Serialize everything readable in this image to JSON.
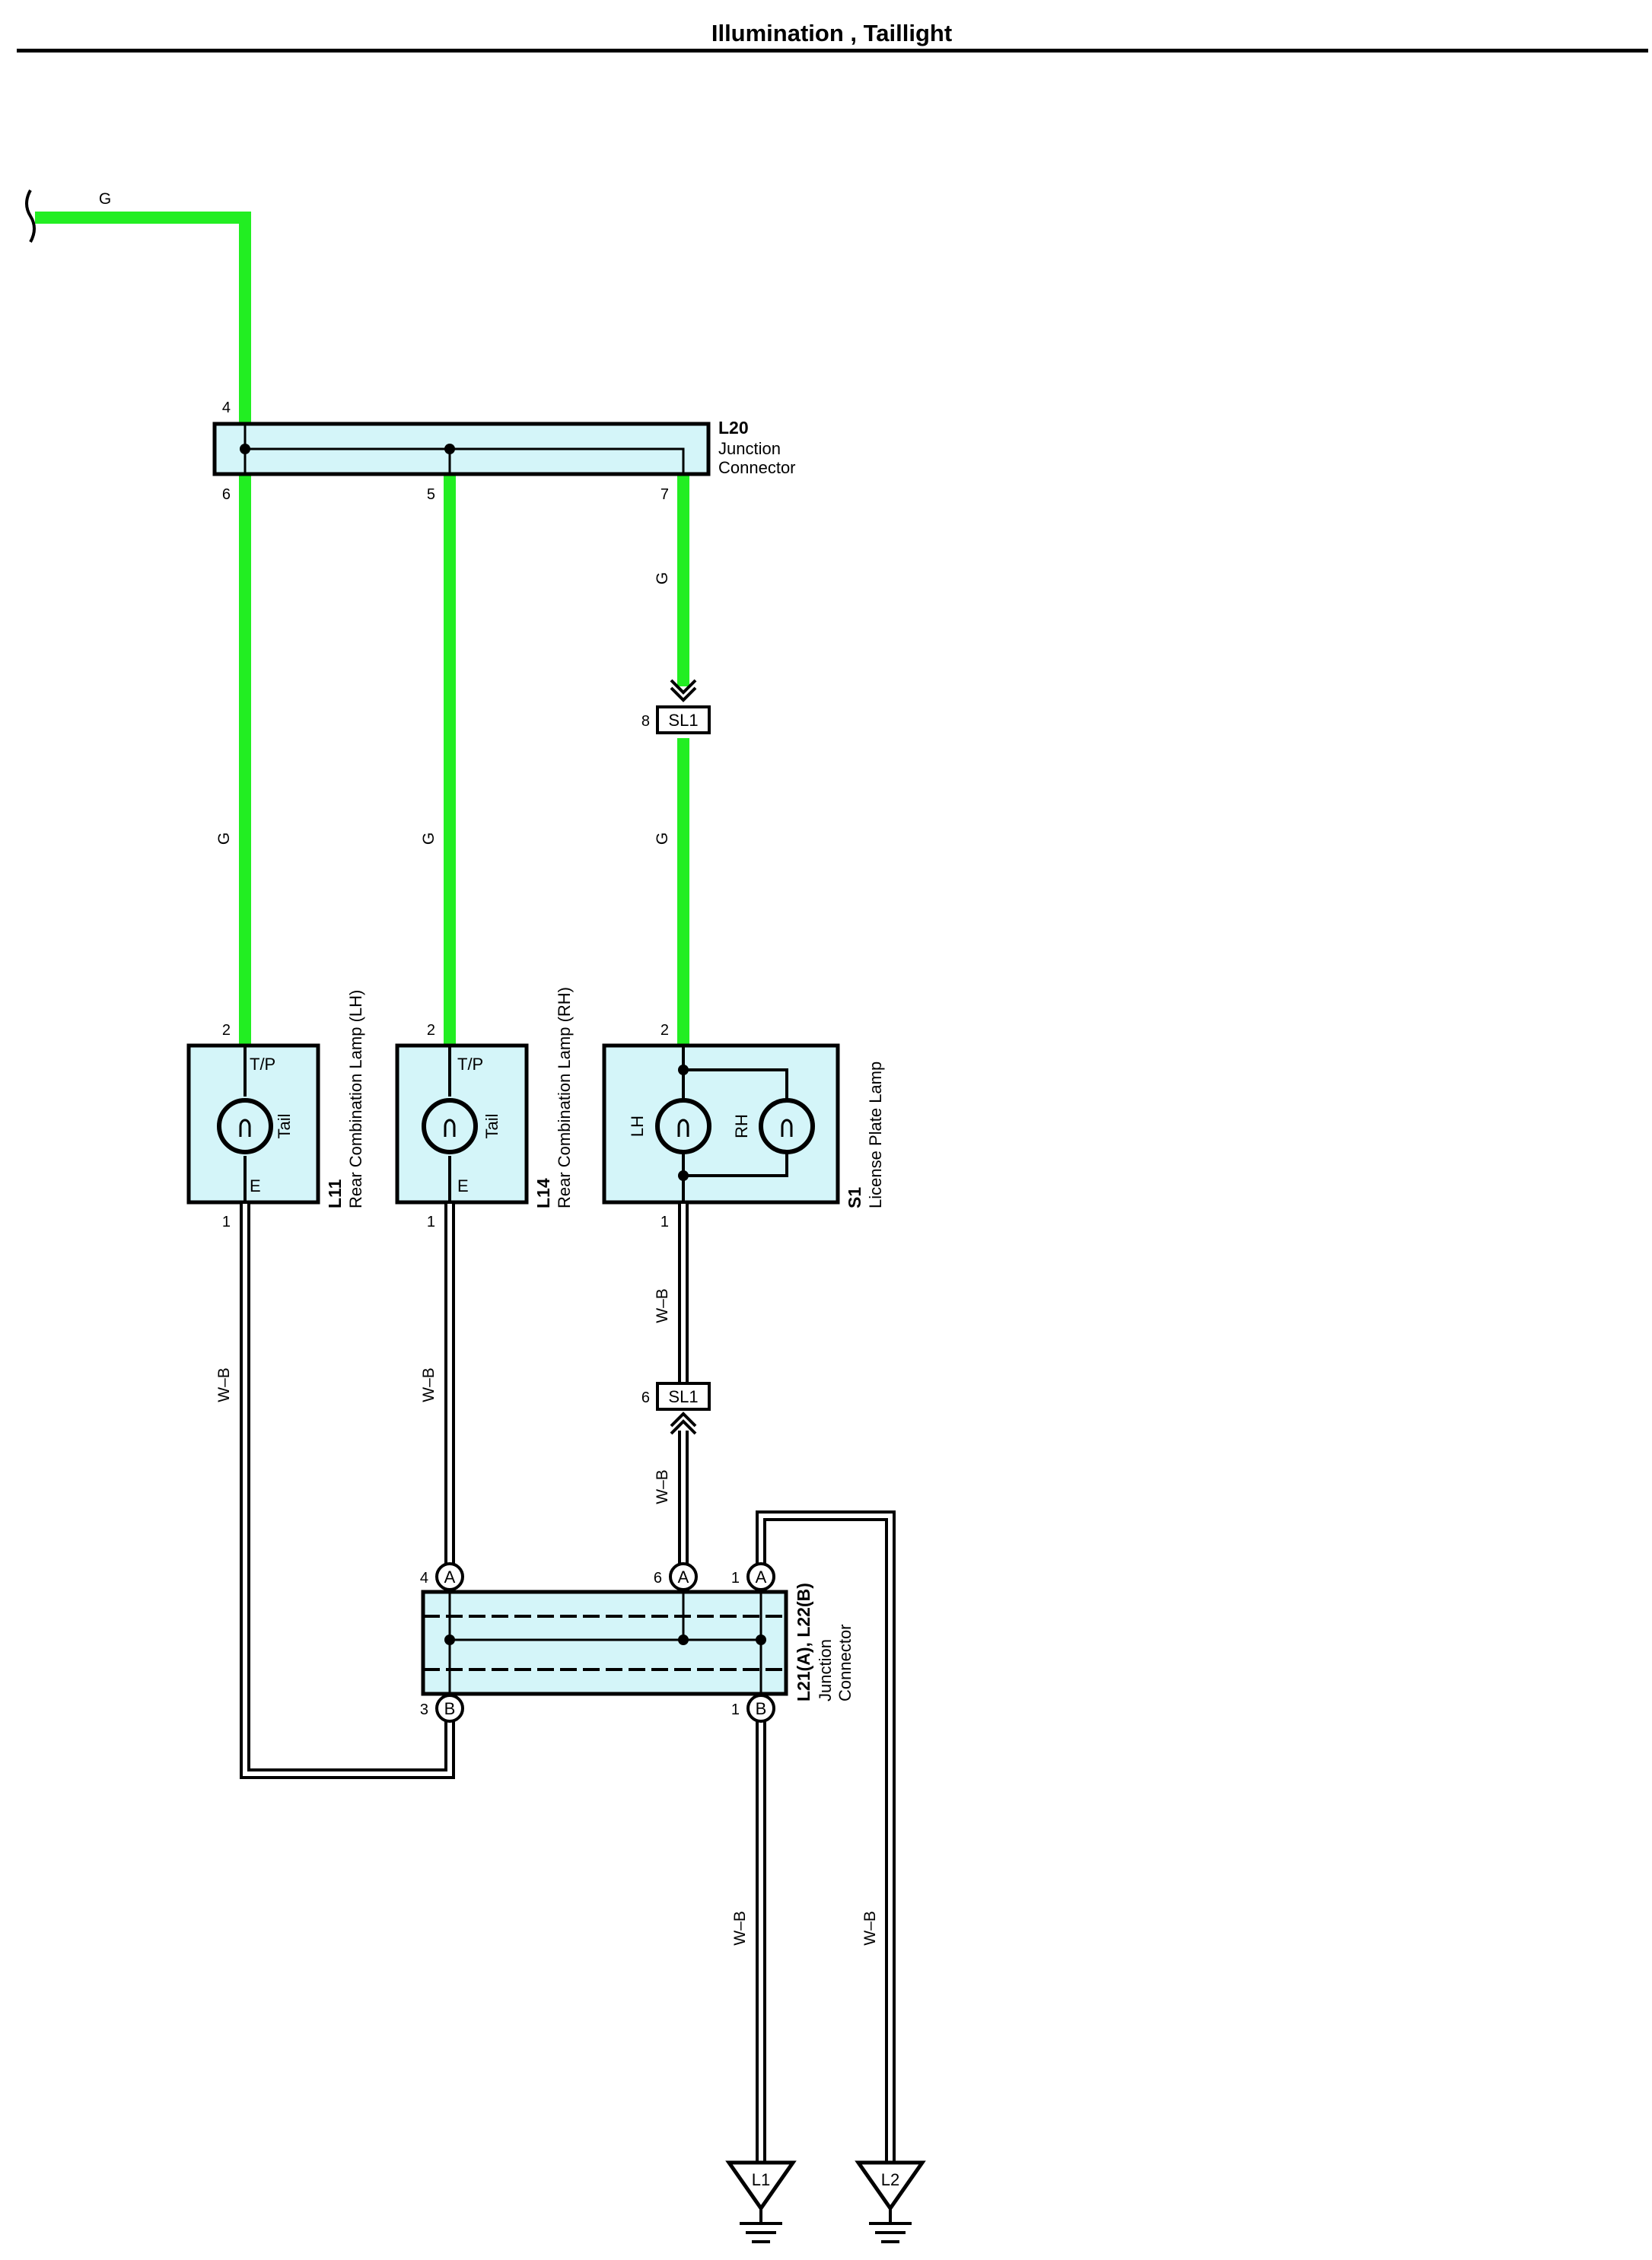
{
  "title": "Illumination , Taillight",
  "colors": {
    "green_wire": "#22ee22",
    "component_fill": "#d4f5f9",
    "ink": "#000000"
  },
  "wire_labels": {
    "green": "G",
    "wb": "W–B"
  },
  "junction_l20": {
    "ref": "L20",
    "desc_line1": "Junction",
    "desc_line2": "Connector",
    "pins": [
      "4",
      "6",
      "5",
      "7"
    ]
  },
  "connector_sl1": {
    "label": "SL1",
    "upper_pin": "8",
    "lower_pin": "6"
  },
  "lamps": [
    {
      "ref": "L11",
      "name": "Rear Combination Lamp (LH)",
      "top_pin": "2",
      "bottom_pin": "1",
      "terminal_top": "T/P",
      "terminal_bottom": "E",
      "bulb": "Tail"
    },
    {
      "ref": "L14",
      "name": "Rear Combination Lamp (RH)",
      "top_pin": "2",
      "bottom_pin": "1",
      "terminal_top": "T/P",
      "terminal_bottom": "E",
      "bulb": "Tail"
    },
    {
      "ref": "S1",
      "name": "License Plate Lamp",
      "top_pin": "2",
      "bottom_pin": "1",
      "bulb_left": "LH",
      "bulb_right": "RH"
    }
  ],
  "junction_l21": {
    "ref": "L21(A), L22(B)",
    "desc_line1": "Junction",
    "desc_line2": "Connector",
    "top_pins": [
      {
        "num": "4",
        "conn": "A"
      },
      {
        "num": "6",
        "conn": "A"
      },
      {
        "num": "1",
        "conn": "A"
      }
    ],
    "bottom_pins": [
      {
        "num": "3",
        "conn": "B"
      },
      {
        "num": "1",
        "conn": "B"
      }
    ]
  },
  "grounds": [
    "L1",
    "L2"
  ]
}
